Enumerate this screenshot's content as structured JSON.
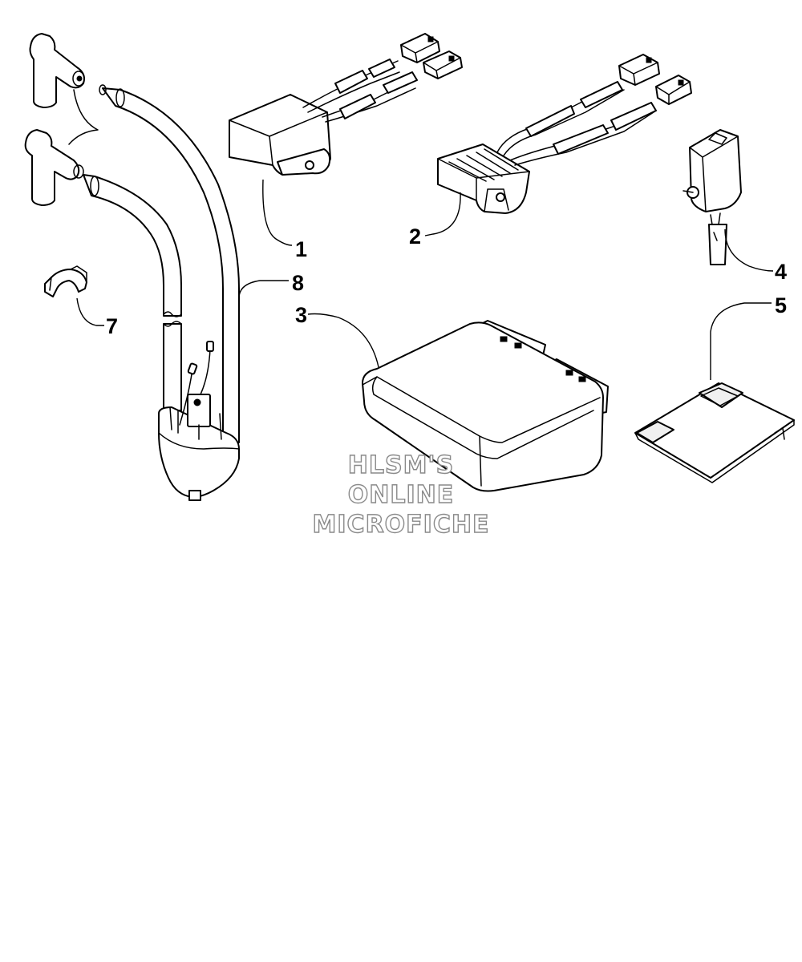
{
  "callouts": {
    "c1": "1",
    "c2": "2",
    "c3": "3",
    "c4": "4",
    "c5": "5",
    "c7": "7",
    "c8": "8"
  },
  "watermark": {
    "line1": "HLSM'S",
    "line2": "ONLINE",
    "line3": "MICROFICHE"
  }
}
